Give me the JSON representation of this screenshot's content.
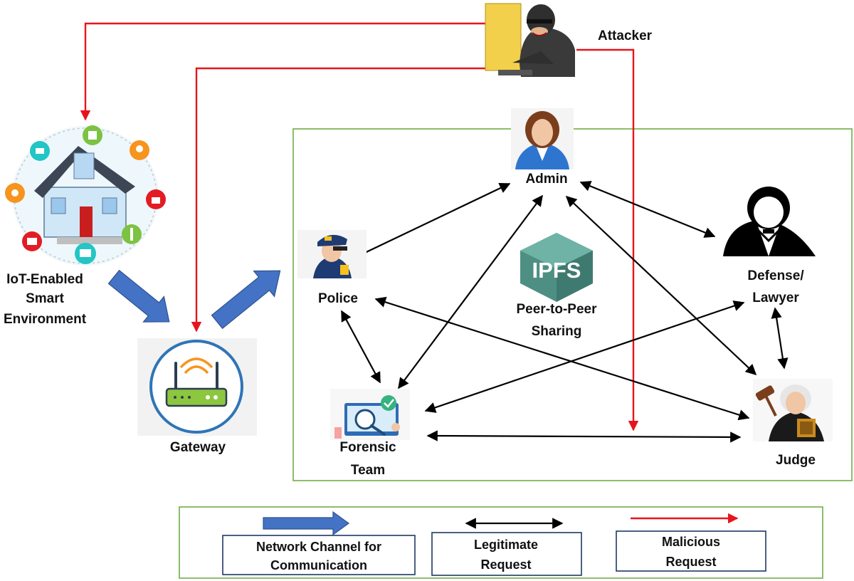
{
  "nodes": {
    "attacker": "Attacker",
    "iot": [
      "IoT-Enabled",
      "Smart",
      "Environment"
    ],
    "gateway": "Gateway",
    "admin": "Admin",
    "police": "Police",
    "ipfs_logo": "IPFS",
    "ipfs_caption": [
      "Peer-to-Peer",
      "Sharing"
    ],
    "defense": [
      "Defense/",
      "Lawyer"
    ],
    "forensic": [
      "Forensic",
      "Team"
    ],
    "judge": "Judge"
  },
  "legend": {
    "network_channel": [
      "Network Channel for",
      "Communication"
    ],
    "legitimate": [
      "Legitimate",
      "Request"
    ],
    "malicious": [
      "Malicious",
      "Request"
    ]
  },
  "colors": {
    "network_arrow": "#4472C4",
    "legitimate_arrow": "#000000",
    "malicious_arrow": "#E8141C",
    "frame_border": "#70AD47",
    "legend_box_border": "#1F3864",
    "ipfs_green": "#4E8F83"
  },
  "icons": [
    "hacker-icon",
    "smart-home-icon",
    "router-icon",
    "admin-avatar-icon",
    "police-officer-icon",
    "ipfs-cube-icon",
    "lawyer-icon",
    "forensic-analysis-icon",
    "judge-icon"
  ]
}
